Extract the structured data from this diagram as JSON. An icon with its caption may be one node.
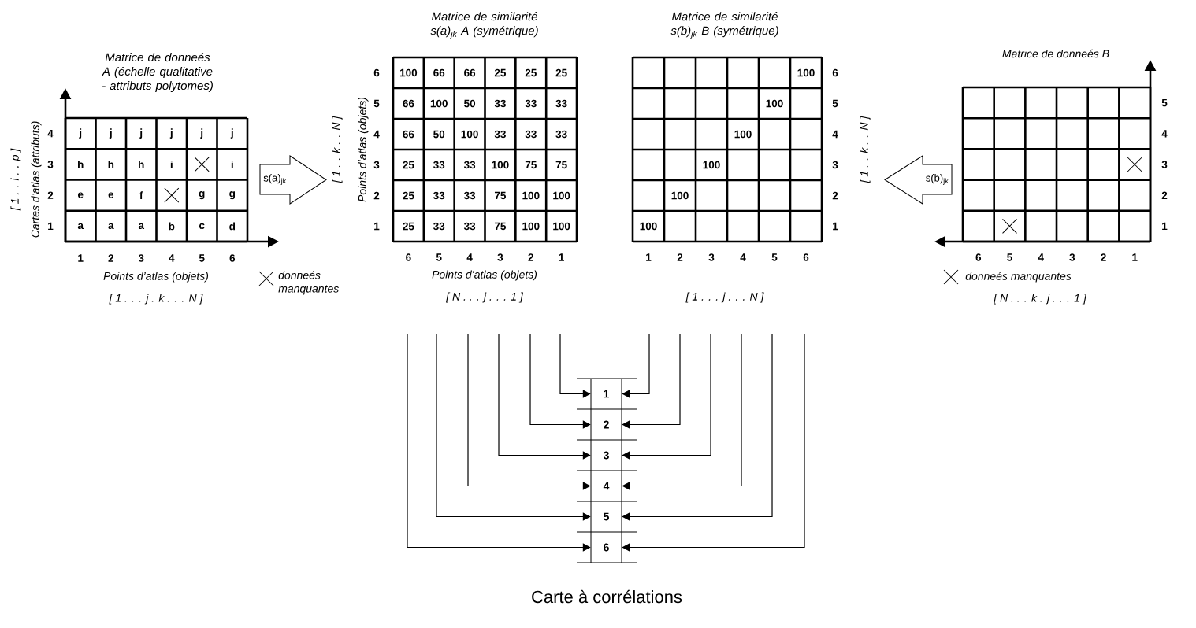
{
  "diagram": {
    "caption": "Carte à corrélations",
    "nodes": [
      {
        "text": [
          "s(a)$_{jk}$"
        ]
      },
      {
        "text": [
          "s(b)$_{jk}$"
        ]
      },
      {
        "text": [
          "1"
        ]
      },
      {
        "text": [
          "2"
        ]
      },
      {
        "text": [
          "3"
        ]
      },
      {
        "text": [
          "4"
        ]
      },
      {
        "text": [
          "5"
        ]
      },
      {
        "text": [
          "6"
        ]
      }
    ],
    "edges": [
      {
        "from": null,
        "to": 2,
        "arrow": "to"
      },
      {
        "from": null,
        "to": 2,
        "arrow": "to"
      },
      {
        "from": null,
        "to": 3,
        "arrow": "to"
      },
      {
        "from": null,
        "to": 3,
        "arrow": "to"
      },
      {
        "from": null,
        "to": 4,
        "arrow": "to"
      },
      {
        "from": null,
        "to": 4,
        "arrow": "to"
      },
      {
        "from": null,
        "to": 5,
        "arrow": "to"
      },
      {
        "from": null,
        "to": 5,
        "arrow": "to"
      },
      {
        "from": null,
        "to": 6,
        "arrow": "to"
      },
      {
        "from": null,
        "to": 6,
        "arrow": "to"
      },
      {
        "from": null,
        "to": 7,
        "arrow": "to"
      },
      {
        "from": null,
        "to": 7,
        "arrow": "to"
      }
    ],
    "labels": [
      "Matrice de donneés A (échelle qualitative - attributs polytomes)",
      "Cartes d’atlas (attributs)",
      "[ 1 . . i . . p ]",
      "4",
      "3",
      "2",
      "1",
      "j",
      "j",
      "j",
      "j",
      "j",
      "j",
      "h",
      "h",
      "h",
      "i",
      "i",
      "e",
      "e",
      "f",
      "g",
      "g",
      "a",
      "a",
      "a",
      "b",
      "c",
      "d",
      "1",
      "2",
      "3",
      "4",
      "5",
      "6",
      "Points d’atlas (objets)",
      "[ 1 . . . j . k . . . N ]",
      "Matrice de similarité s(a)$_{jk}$ A (symétrique)",
      "Points d’atlas (objets)",
      "[ 1 . . k . . N ]",
      "6",
      "5",
      "4",
      "3",
      "2",
      "1",
      "100",
      "66",
      "66",
      "25",
      "25",
      "25",
      "66",
      "100",
      "50",
      "33",
      "33",
      "33",
      "66",
      "50",
      "100",
      "33",
      "33",
      "33",
      "25",
      "33",
      "33",
      "100",
      "75",
      "75",
      "25",
      "33",
      "33",
      "75",
      "100",
      "100",
      "25",
      "33",
      "33",
      "75",
      "100",
      "100",
      "6",
      "5",
      "4",
      "3",
      "2",
      "1",
      "Points d’atlas (objets)",
      "[ N . . . j . . . 1 ]",
      "Matrice de similarité s(b)$_{jk}$ B (symétrique)",
      "100",
      "100",
      "100",
      "100",
      "100",
      "100",
      "6",
      "5",
      "4",
      "3",
      "2",
      "1",
      "1",
      "2",
      "3",
      "4",
      "5",
      "6",
      "[ 1 . . . j . . . N ]",
      "[ 1 . . k . . N ]",
      "Matrice de donneés B",
      "5",
      "4",
      "3",
      "2",
      "1",
      "6",
      "5",
      "4",
      "3",
      "2",
      "1",
      "[ N . . . k . j . . . 1 ]"
    ],
    "legend": [
      {
        "text": "donneés manquantes"
      },
      {
        "text": "donneés manquantes"
      }
    ]
  }
}
